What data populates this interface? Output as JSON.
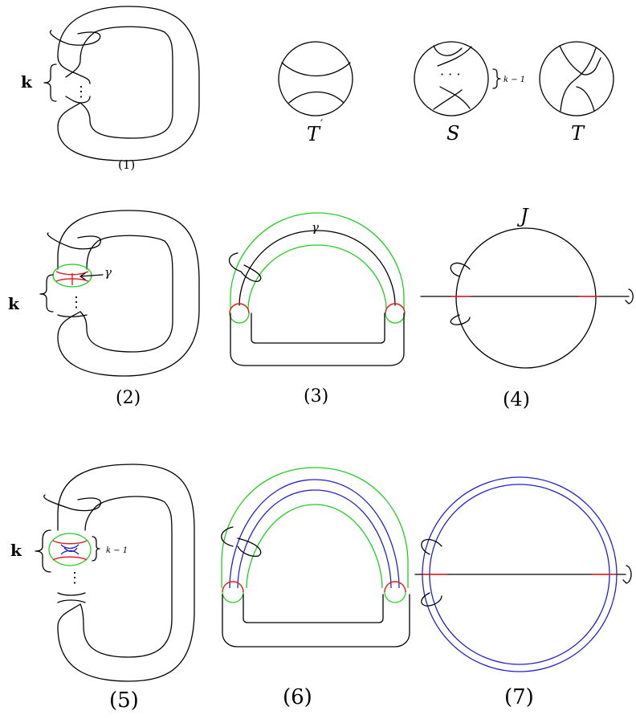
{
  "panels": {
    "p1": {
      "label": "(1)",
      "k": "k"
    },
    "tprime": {
      "label": "T",
      "prime": "′"
    },
    "s": {
      "label": "S",
      "count": "k − 1"
    },
    "t": {
      "label": "T"
    },
    "p2": {
      "label": "(2)",
      "k": "k",
      "gamma": "γ"
    },
    "p3": {
      "label": "(3)",
      "gamma": "γ"
    },
    "p4": {
      "label": "(4)",
      "j": "J"
    },
    "p5": {
      "label": "(5)",
      "k": "k",
      "count": "k − 1"
    },
    "p6": {
      "label": "(6)"
    },
    "p7": {
      "label": "(7)"
    }
  },
  "colors": {
    "arc_green": "#22cc22",
    "segment_red": "#e02020",
    "band_blue": "#2222cc"
  }
}
